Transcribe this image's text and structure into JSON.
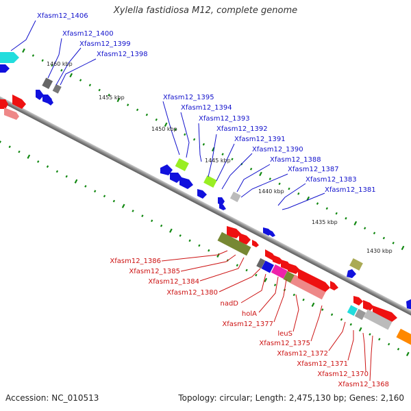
{
  "title": "Xylella fastidiosa M12, complete genome",
  "footer": {
    "accession": "Accession: NC_010513",
    "summary": "Topology: circular; Length: 2,475,130 bp; Genes: 2,160"
  },
  "scale_labels": [
    "1460 kbp",
    "1455 kbp",
    "1450 kbp",
    "1445 kbp",
    "1440 kbp",
    "1435 kbp",
    "1430 kbp"
  ],
  "labels_top": [
    "Xfasm12_1406",
    "Xfasm12_1400",
    "Xfasm12_1399",
    "Xfasm12_1398",
    "Xfasm12_1395",
    "Xfasm12_1394",
    "Xfasm12_1393",
    "Xfasm12_1392",
    "Xfasm12_1391",
    "Xfasm12_1390",
    "Xfasm12_1388",
    "Xfasm12_1387",
    "Xfasm12_1383",
    "Xfasm12_1381"
  ],
  "labels_bottom": [
    "Xfasm12_1386",
    "Xfasm12_1385",
    "Xfasm12_1384",
    "Xfasm12_1380",
    "nadD",
    "holA",
    "Xfasm12_1377",
    "leuS",
    "Xfasm12_1375",
    "Xfasm12_1372",
    "Xfasm12_1371",
    "Xfasm12_1370",
    "Xfasm12_1368"
  ],
  "colors": {
    "forward": "#ee1111",
    "reverse": "#1111dd",
    "label_top": "#1111cc",
    "label_bottom": "#cc1111",
    "tick": "#118811",
    "backbone": "#888888",
    "cyan": "#22dddd",
    "lime": "#99ee22",
    "olive": "#778833",
    "khaki": "#aaaa55",
    "gray": "#999999",
    "lightgray": "#bbbbbb",
    "darkgray": "#666666",
    "magenta": "#ee22aa",
    "pink": "#ee8888",
    "orange": "#ff8800"
  }
}
